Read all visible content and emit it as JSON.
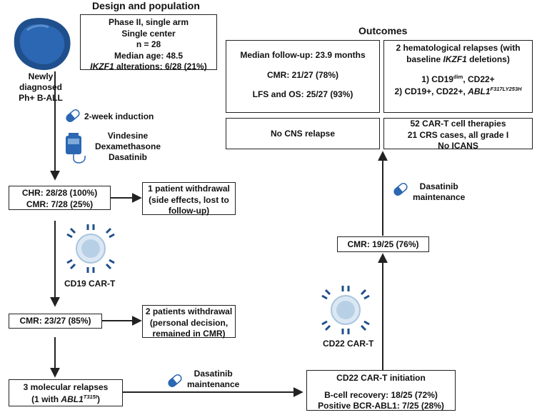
{
  "headings": {
    "design": "Design and population",
    "outcomes": "Outcomes"
  },
  "colors": {
    "accent_blue": "#2b67b2",
    "cell_gray": "#c8dced",
    "dark_blue": "#1f4f8c"
  },
  "design_box": {
    "l1": "Phase II, single arm",
    "l2": "Single center",
    "l3": "n = 28",
    "l4": "Median age: 48.5",
    "l5_italic": "IKZF1",
    "l5_rest": " alterations: 6/28 (21%)"
  },
  "patient_label": {
    "l1": "Newly",
    "l2": "diagnosed",
    "l3": "Ph+ B-ALL"
  },
  "induction": {
    "label": "2-week induction",
    "drug1": "Vindesine",
    "drug2": "Dexamethasone",
    "drug3": "Dasatinib"
  },
  "chr_box": {
    "l1": "CHR: 28/28 (100%)",
    "l2": "CMR: 7/28 (25%)"
  },
  "withdrawal1": {
    "l1": "1 patient withdrawal",
    "l2": "(side effects, lost to",
    "l3": "follow-up)"
  },
  "cd19_label": "CD19 CAR-T",
  "cmr2_box": "CMR: 23/27 (85%)",
  "withdrawal2": {
    "l1": "2 patients withdrawal",
    "l2": "(personal decision,",
    "l3": "remained in CMR)"
  },
  "relapse_box": {
    "l1": "3 molecular relapses",
    "l2_pre": "(1 with ",
    "l2_gene": "ABL1",
    "l2_sup": "T315I",
    "l2_post": ")"
  },
  "dasatinib_bottom": {
    "l1": "Dasatinib",
    "l2": "maintenance"
  },
  "cd22_initiation": {
    "title": "CD22 CAR-T initiation",
    "l1": "B-cell recovery: 18/25 (72%)",
    "l2": "Positive BCR-ABL1: 7/25 (28%)"
  },
  "cd22_label": "CD22 CAR-T",
  "cmr3_box": "CMR: 19/25 (76%)",
  "dasatinib_right": {
    "l1": "Dasatinib",
    "l2": "maintenance"
  },
  "followup_box": {
    "l1": "Median follow-up: 23.9 months",
    "l2": "CMR: 21/27 (78%)",
    "l3": "LFS and OS: 25/27 (93%)"
  },
  "relapse2_box": {
    "l1": "2 hematological relapses (with",
    "l2_pre": "baseline ",
    "l2_gene": "IKZF1",
    "l2_post": " deletions)",
    "l3_pre": "1) CD19",
    "l3_sup": "dim",
    "l3_post": ", CD22+",
    "l4_pre": "2) CD19+, CD22+, ",
    "l4_gene": "ABL1",
    "l4_sup": "F317LY253H"
  },
  "cns_box": "No CNS relapse",
  "cart_box": {
    "l1": "52 CAR-T cell therapies",
    "l2": "21 CRS cases, all grade I",
    "l3": "No ICANS"
  }
}
